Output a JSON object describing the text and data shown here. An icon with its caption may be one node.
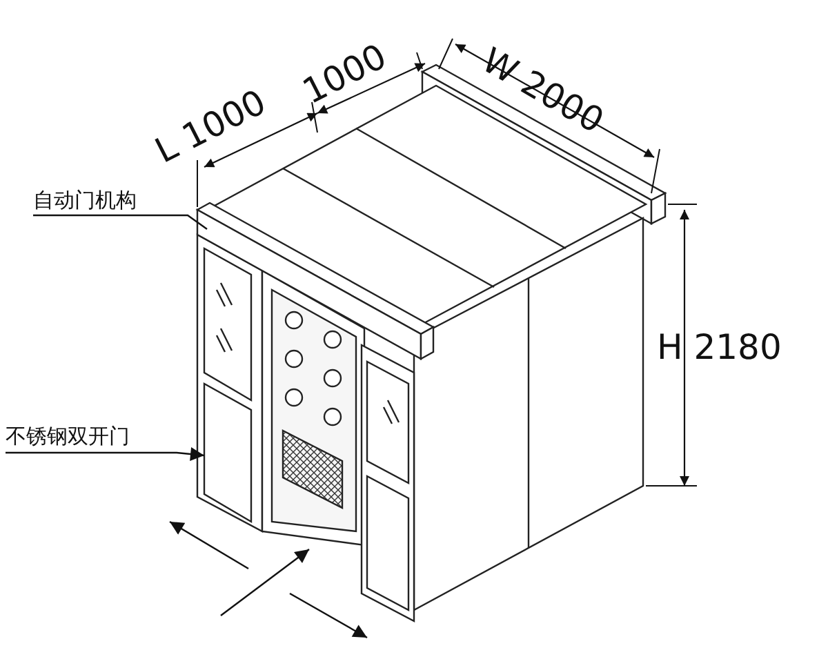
{
  "diagram": {
    "nodes": [
      {
        "text": [
          "自动门机构"
        ]
      },
      {
        "text": [],
        "shape": "bar"
      },
      {
        "text": [
          "不锈钢双开门"
        ]
      },
      {
        "text": [],
        "shape": "box"
      }
    ],
    "edges": [
      {
        "from": 0,
        "to": 1,
        "arrow": "none"
      },
      {
        "from": 2,
        "to": 3,
        "arrow": "to"
      }
    ],
    "labels": [
      "L 1000",
      "1000",
      "W 2000",
      "H 2180"
    ]
  }
}
